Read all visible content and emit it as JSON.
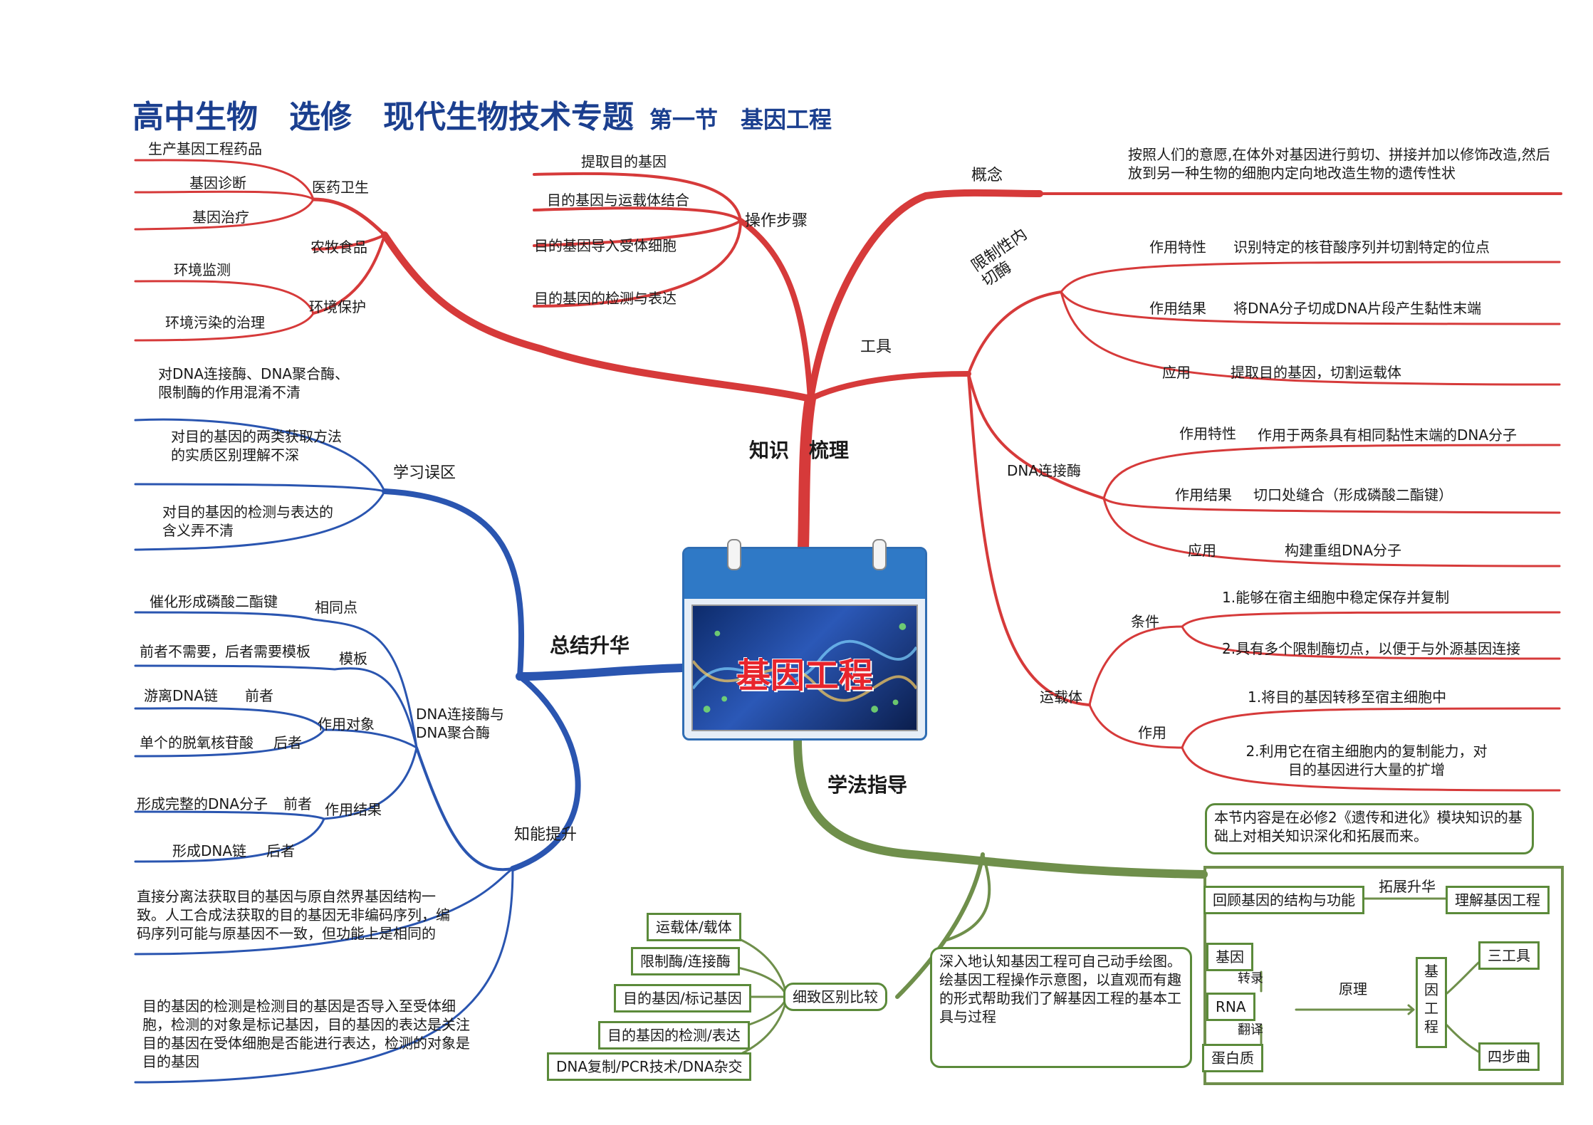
{
  "title": {
    "main": "高中生物　选修　现代生物技术专题",
    "sub": "第一节　基因工程"
  },
  "center": {
    "label": "基因工程"
  },
  "colors": {
    "red": "#d63a3a",
    "blue": "#2a55b0",
    "green": "#6f8f4b",
    "title": "#1b3f8f"
  },
  "red_branch": {
    "label": "知识　梳理",
    "medical": {
      "label": "医药卫生",
      "items": [
        "生产基因工程药品",
        "基因诊断",
        "基因治疗"
      ]
    },
    "agri": {
      "label": "农牧食品"
    },
    "env": {
      "label": "环境保护",
      "items": [
        "环境监测",
        "环境污染的治理"
      ]
    },
    "steps": {
      "label": "操作步骤",
      "items": [
        "提取目的基因",
        "目的基因与运载体结合",
        "目的基因导入受体细胞",
        "目的基因的检测与表达"
      ]
    },
    "concept": {
      "label": "概念",
      "text": "按照人们的意愿,在体外对基因进行剪切、拼接并加以修饰改造,然后放到另一种生物的细胞内定向地改造生物的遗传性状"
    },
    "tools": {
      "label": "工具"
    },
    "restriction": {
      "label": "限制性内切酶",
      "rows": [
        {
          "k": "作用特性",
          "v": "识别特定的核苷酸序列并切割特定的位点"
        },
        {
          "k": "作用结果",
          "v": "将DNA分子切成DNA片段产生黏性末端"
        },
        {
          "k": "应用",
          "v": "提取目的基因，切割运载体"
        }
      ]
    },
    "ligase": {
      "label": "DNA连接酶",
      "rows": [
        {
          "k": "作用特性",
          "v": "作用于两条具有相同黏性末端的DNA分子"
        },
        {
          "k": "作用结果",
          "v": "切口处缝合（形成磷酸二酯键）"
        },
        {
          "k": "应用",
          "v": "构建重组DNA分子"
        }
      ]
    },
    "vector": {
      "label": "运载体",
      "cond_label": "条件",
      "cond": [
        "1.能够在宿主细胞中稳定保存并复制",
        "2.具有多个限制酶切点，以便于与外源基因连接"
      ],
      "func_label": "作用",
      "func": [
        "1.将目的基因转移至宿主细胞中",
        "2.利用它在宿主细胞内的复制能力，对目的基因进行大量的扩增"
      ]
    }
  },
  "blue_branch": {
    "label": "总结升华",
    "mistakes": {
      "label": "学习误区",
      "items": [
        "对DNA连接酶、DNA聚合酶、限制酶的作用混淆不清",
        "对目的基因的两类获取方法的实质区别理解不深",
        "对目的基因的检测与表达的含义弄不清"
      ]
    },
    "skills": {
      "label": "知能提升",
      "enzymes_label": "DNA连接酶与DNA聚合酶",
      "same": {
        "label": "相同点",
        "text": "催化形成磷酸二酯键"
      },
      "template": {
        "label": "模板",
        "text": "前者不需要，后者需要模板"
      },
      "object": {
        "label": "作用对象",
        "a": "游离DNA链",
        "a_who": "前者",
        "b": "单个的脱氧核苷酸",
        "b_who": "后者"
      },
      "result": {
        "label": "作用结果",
        "a": "形成完整的DNA分子",
        "a_who": "前者",
        "b": "形成DNA链",
        "b_who": "后者"
      },
      "note1": "直接分离法获取目的基因与原自然界基因结构一致。人工合成法获取的目的基因无非编码序列，编码序列可能与原基因不一致，但功能上是相同的",
      "note2": "目的基因的检测是检测目的基因是否导入至受体细胞，检测的对象是标记基因，目的基因的表达是关注目的基因在受体细胞是否能进行表达，检测的对象是目的基因"
    }
  },
  "green_branch": {
    "label": "学法指导",
    "compare": {
      "label": "细致区别比较",
      "items": [
        "运载体/载体",
        "限制酶/连接酶",
        "目的基因/标记基因",
        "目的基因的检测/表达",
        "DNA复制/PCR技术/DNA杂交"
      ]
    },
    "tip": "深入地认知基因工程可自己动手绘图。绘基因工程操作示意图，以直观而有趣的形式帮助我们了解基因工程的基本工具与过程",
    "note": "本节内容是在必修2《遗传和进化》模块知识的基础上对相关知识深化和拓展而来。",
    "flow": {
      "review": "回顾基因的结构与功能",
      "extend": "拓展升华",
      "understand": "理解基因工程",
      "gene": "基因",
      "transcribe": "转录",
      "rna": "RNA",
      "translate": "翻译",
      "protein": "蛋白质",
      "principle": "原理",
      "ge": "基因工程",
      "tools3": "三工具",
      "steps4": "四步曲"
    }
  }
}
